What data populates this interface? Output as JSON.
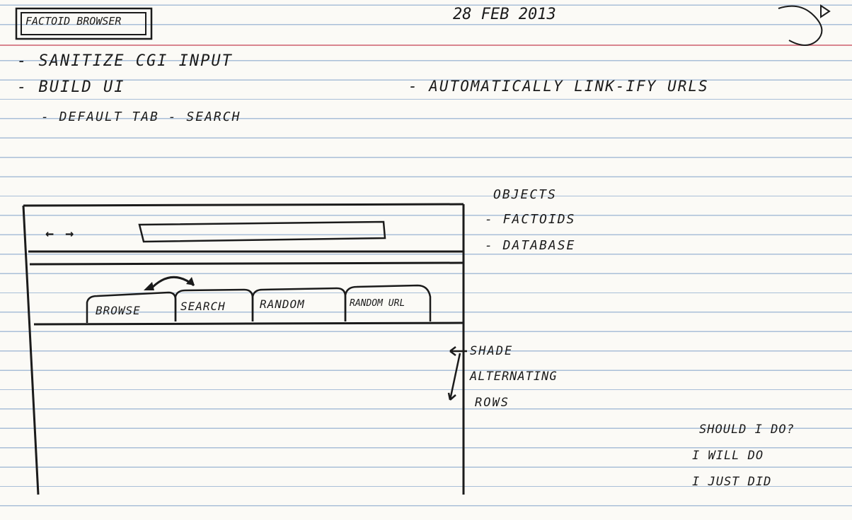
{
  "title": "FACTOID BROWSER",
  "date": "28 FEB 2013",
  "notes": [
    "- SANITIZE CGI INPUT",
    "- BUILD UI",
    "- DEFAULT TAB - SEARCH",
    "- AUTOMATICALLY LINK-IFY URLS"
  ],
  "objects": {
    "heading": "OBJECTS",
    "items": [
      "- FACTOIDS",
      "- DATABASE"
    ]
  },
  "sketch": {
    "nav_arrows": "← →",
    "tabs": [
      "BROWSE",
      "SEARCH",
      "RANDOM",
      "RANDOM URL"
    ]
  },
  "annotation": [
    "SHADE",
    "ALTERNATING",
    "ROWS"
  ],
  "legend": [
    "SHOULD I DO?",
    "I WILL DO",
    "I JUST DID"
  ]
}
